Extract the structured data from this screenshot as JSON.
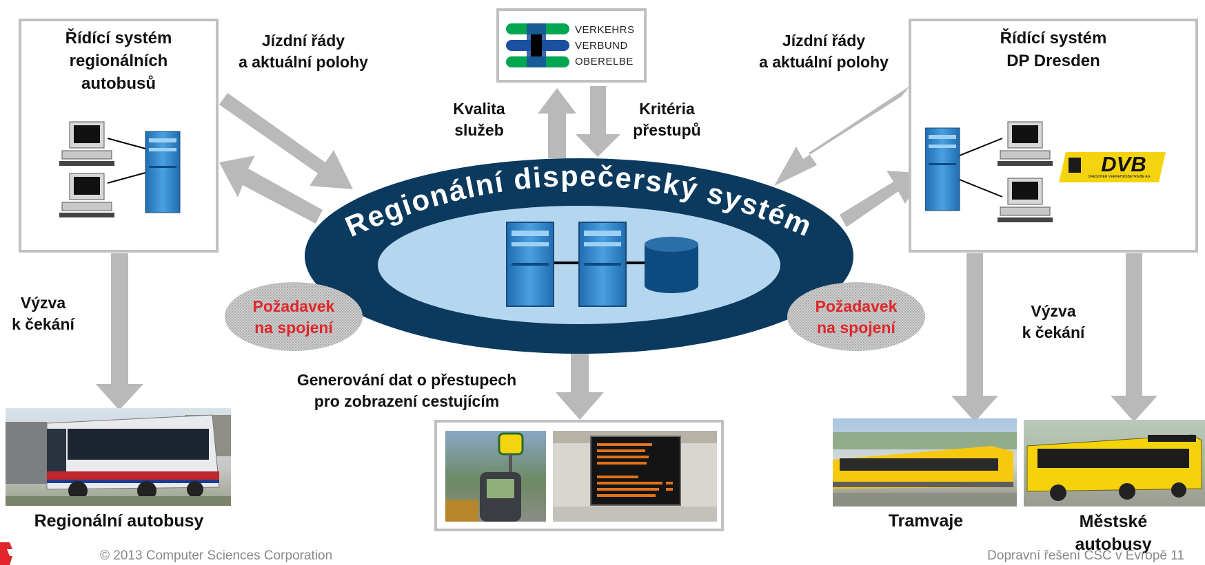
{
  "left_system": {
    "line1": "Řídící systém",
    "line2": "regionálních",
    "line3": "autobusů"
  },
  "right_system": {
    "line1": "Řídící systém",
    "line2": "DP Dresden"
  },
  "vvo_logo": {
    "line1": "VERKEHRS",
    "line2": "VERBUND",
    "line3": "OBERELBE"
  },
  "dvb_logo": {
    "text": "DVB",
    "subtext": "DRESDNER VERKEHRSBETRIEBE AG"
  },
  "center": {
    "title": "Regionální dispečerský systém"
  },
  "labels": {
    "timetable_left": {
      "line1": "Jízdní řády",
      "line2": "a aktuální polohy"
    },
    "timetable_right": {
      "line1": "Jízdní řády",
      "line2": "a aktuální polohy"
    },
    "quality": {
      "line1": "Kvalita",
      "line2": "služeb"
    },
    "criteria": {
      "line1": "Kritéria",
      "line2": "přestupů"
    },
    "wait_left": {
      "line1": "Výzva",
      "line2": "k čekání"
    },
    "wait_right": {
      "line1": "Výzva",
      "line2": "k čekání"
    },
    "request_left": {
      "line1": "Požadavek",
      "line2": "na spojení"
    },
    "request_right": {
      "line1": "Požadavek",
      "line2": "na spojení"
    },
    "generation": {
      "line1": "Generování dat o přestupech",
      "line2": "pro zobrazení cestujícím"
    }
  },
  "captions": {
    "regional_buses": "Regionální autobusy",
    "trams": "Tramvaje",
    "city_buses_line1": "Městské",
    "city_buses_line2": "autobusy"
  },
  "footer": {
    "copyright": "© 2013 Computer Sciences Corporation",
    "page": "Dopravní řešení CSC v Evropě 11"
  },
  "colors": {
    "ellipse_outer": "#0b3a5e",
    "ellipse_inner": "#b5d6ef",
    "arrow": "#b9b9b9",
    "server_blue": "#3a8fd0",
    "request_text": "#e0262a",
    "dvb_yellow": "#f4d40f"
  }
}
